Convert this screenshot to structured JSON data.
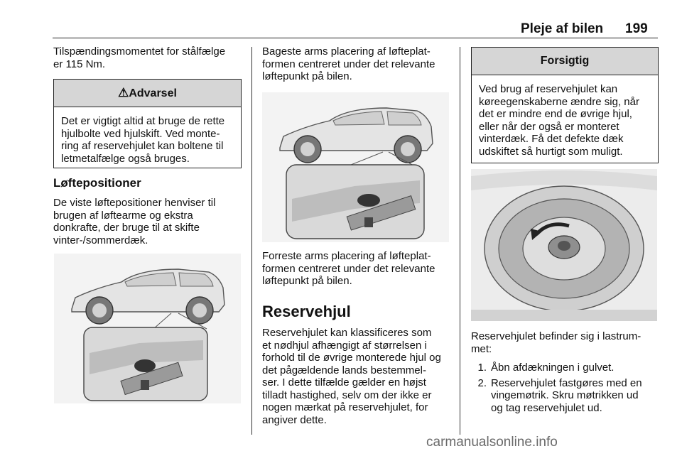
{
  "header": {
    "section_title": "Pleje af bilen",
    "page_number": "199"
  },
  "col1": {
    "intro": [
      "Tilspændingsmomentet for stålfælge",
      "er 115 Nm."
    ],
    "warning": {
      "heading": "Advarsel",
      "icon": "warning-triangle-icon",
      "body": [
        "Det er vigtigt altid at bruge de rette",
        "hjulbolte ved hjulskift. Ved monte-",
        "ring af reservehjulet kan boltene til",
        "letmetalfælge også bruges."
      ]
    },
    "subheading": "Løftepositioner",
    "body": [
      "De viste løftepositioner henviser til",
      "brugen af løftearme og ekstra",
      "donkrafte, der bruge til at skifte",
      "vinter-/sommerdæk."
    ]
  },
  "col2": {
    "rear_text": [
      "Bageste arms placering af løfteplat-",
      "formen centreret under det relevante",
      "løftepunkt på bilen."
    ],
    "front_text": [
      "Forreste arms placering af løfteplat-",
      "formen centreret under det relevante",
      "løftepunkt på bilen."
    ],
    "heading": "Reservehjul",
    "body": [
      "Reservehjulet kan klassificeres som",
      "et nødhjul afhængigt af størrelsen i",
      "forhold til de øvrige monterede hjul og",
      "det pågældende lands bestemmel-",
      "ser. I dette tilfælde gælder en højst",
      "tilladt hastighed, selv om der ikke er",
      "nogen mærkat på reservehjulet, for",
      "angiver dette."
    ]
  },
  "col3": {
    "caution": {
      "heading": "Forsigtig",
      "body": [
        "Ved brug af reservehjulet kan",
        "køreegenskaberne ændre sig, når",
        "det er mindre end de øvrige hjul,",
        "eller når der også er monteret",
        "vinterdæk. Få det defekte dæk",
        "udskiftet så hurtigt som muligt."
      ]
    },
    "intro": [
      "Reservehjulet befinder sig i lastrum-",
      "met:"
    ],
    "steps": [
      {
        "num": "1.",
        "lines": [
          "Åbn afdækningen i gulvet."
        ]
      },
      {
        "num": "2.",
        "lines": [
          "Reservehjulet fastgøres med en",
          "vingemøtrik. Skru møtrikken ud",
          "og tag reservehjulet ud."
        ]
      }
    ]
  },
  "watermark": "carmanualsonline.info"
}
